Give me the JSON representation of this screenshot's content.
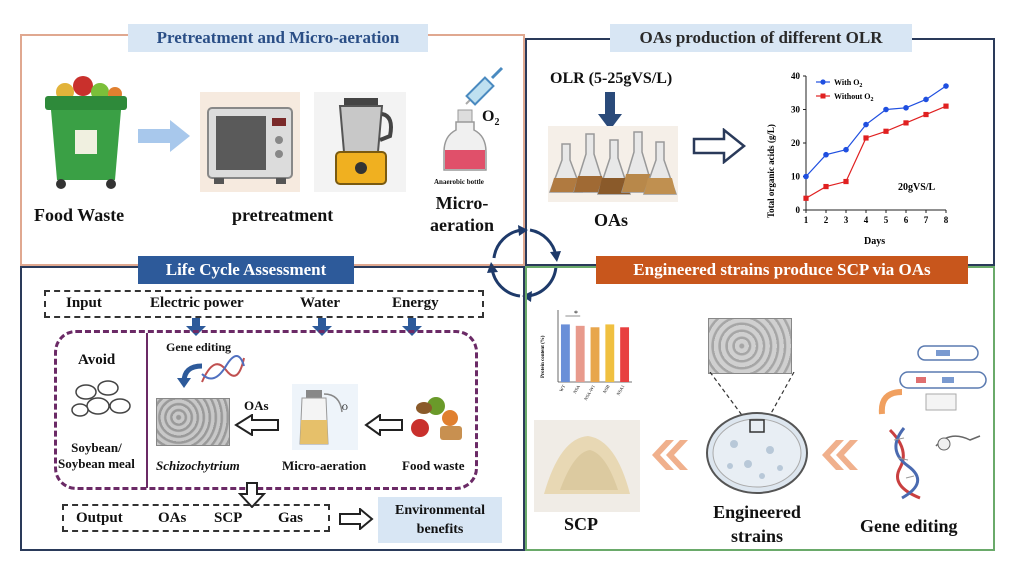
{
  "panels": {
    "pretreatment": {
      "title": "Pretreatment and Micro-aeration",
      "food_waste": "Food Waste",
      "pretreatment": "pretreatment",
      "micro_aeration_line1": "Micro-",
      "micro_aeration_line2": "aeration",
      "o2": "O",
      "o2_sub": "2",
      "bottle_caption": "Anaerobic bottle"
    },
    "oas": {
      "title": "OAs production of different OLR",
      "olr": "OLR (5-25gVS/L)",
      "oas_label": "OAs"
    },
    "lca": {
      "title": "Life Cycle Assessment",
      "input_row": [
        "Input",
        "Electric power",
        "Water",
        "Energy"
      ],
      "avoid": "Avoid",
      "soybean_line1": "Soybean/",
      "soybean_line2": "Soybean meal",
      "gene_editing": "Gene editing",
      "oas_arrow": "OAs",
      "schizochytrium": "Schizochytrium",
      "micro_aeration": "Micro-aeration",
      "food_waste": "Food waste",
      "output_row": [
        "Output",
        "OAs",
        "SCP",
        "Gas"
      ],
      "env_line1": "Environmental",
      "env_line2": "benefits"
    },
    "engineered": {
      "title": "Engineered strains produce SCP via OAs",
      "scp": "SCP",
      "strains_line1": "Engineered",
      "strains_line2": "strains",
      "gene_editing": "Gene editing",
      "bar_ylabel": "Protein content (%)",
      "bar_star": "*",
      "bar_categories": [
        "WT",
        "NSA",
        "NSA-W1",
        "NSB",
        "NSA1"
      ]
    }
  },
  "chart_data": [
    {
      "type": "line",
      "x": [
        1,
        2,
        3,
        4,
        5,
        6,
        7,
        8
      ],
      "xlabel": "Days",
      "ylabel": "Total organic acids (g/L)",
      "xlim": [
        1,
        8
      ],
      "ylim": [
        0,
        40
      ],
      "yticks": [
        0,
        10,
        20,
        30,
        40
      ],
      "legend_position": "top-left",
      "annotation": "20gVS/L",
      "series": [
        {
          "name": "With O",
          "name_sub": "2",
          "color": "#1f4fe0",
          "values": [
            10,
            16.5,
            18,
            25.5,
            30,
            30.5,
            33,
            37
          ]
        },
        {
          "name": "Without O",
          "name_sub": "2",
          "color": "#e02020",
          "values": [
            3.5,
            7,
            8.5,
            21.5,
            23.5,
            26,
            28.5,
            31
          ]
        }
      ]
    },
    {
      "type": "bar",
      "categories": [
        "WT",
        "NSA",
        "NSA-W1",
        "NSB",
        "NSA1"
      ],
      "ylabel": "Protein content (%)",
      "ylim": [
        0,
        50
      ],
      "values": [
        40,
        39,
        38,
        40,
        38
      ],
      "colors": [
        "#6a8fd8",
        "#e89a8c",
        "#e8a64c",
        "#f0c040",
        "#e84040"
      ]
    }
  ],
  "colors": {
    "pretreat_border": "#e0a890",
    "oas_border": "#2a3a5a",
    "lca_border": "#2a3a5a",
    "eng_border": "#6aaa6a",
    "header_blue_bg": "#d8e6f4",
    "header_blue_text": "#2a4e86",
    "header_dark_bg": "#2d5a9a",
    "header_orange_bg": "#c8561c",
    "cycle_color": "#1e3a6a"
  }
}
